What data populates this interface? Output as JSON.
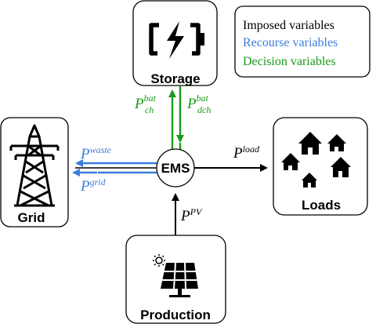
{
  "colors": {
    "imposed": "#000000",
    "recourse": "#3b7ddd",
    "decision": "#1a9a1a"
  },
  "legend": {
    "imposed": "Imposed variables",
    "recourse": "Recourse variables",
    "decision": "Decision variables"
  },
  "nodes": {
    "storage": {
      "label": "Storage",
      "icon": "battery-charging-icon"
    },
    "grid": {
      "label": "Grid",
      "icon": "power-pylon-icon"
    },
    "loads": {
      "label": "Loads",
      "icon": "houses-icon"
    },
    "production": {
      "label": "Production",
      "icon": "solar-panel-icon"
    },
    "ems": {
      "label": "EMS"
    }
  },
  "flows": {
    "p_ch": {
      "base": "P",
      "sup": "bat",
      "sub": "ch"
    },
    "p_dch": {
      "base": "P",
      "sup": "bat",
      "sub": "dch"
    },
    "p_waste": {
      "base": "P",
      "sup": "waste"
    },
    "p_grid": {
      "base": "P",
      "sup": "grid"
    },
    "p_load": {
      "base": "P",
      "sup": "load"
    },
    "p_pv": {
      "base": "P",
      "sup": "PV"
    }
  }
}
